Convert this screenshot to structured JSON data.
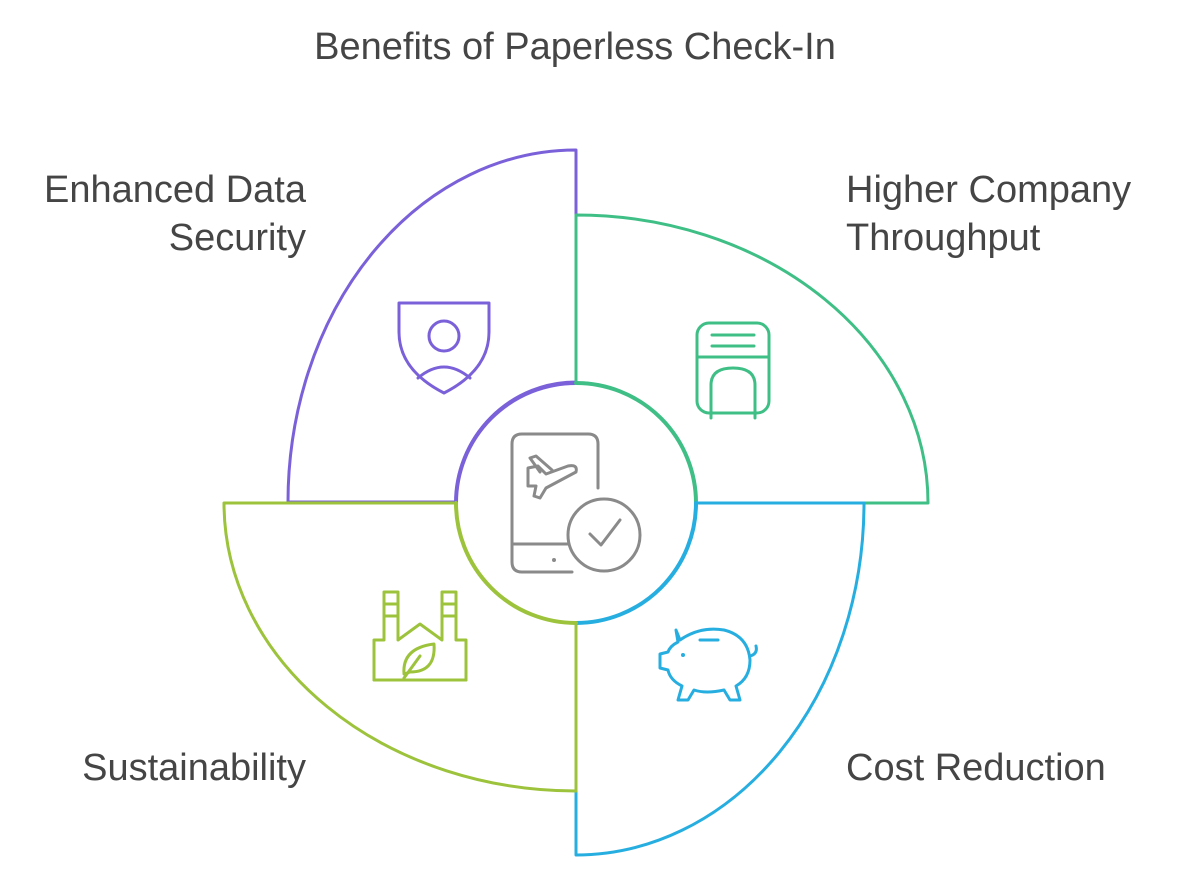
{
  "title": "Benefits of Paperless Check-In",
  "center": {
    "icon": "mobile-boarding-pass-check-icon"
  },
  "segments": [
    {
      "id": "top-left",
      "lines": [
        "Enhanced Data",
        "Security"
      ],
      "icon": "shield-user-icon",
      "color": "#7b61d9"
    },
    {
      "id": "top-right",
      "lines": [
        "Higher Company",
        "Throughput"
      ],
      "icon": "kiosk-icon",
      "color": "#3fbf86"
    },
    {
      "id": "bottom-right",
      "lines": [
        "Cost Reduction"
      ],
      "icon": "piggy-bank-icon",
      "color": "#27aee0"
    },
    {
      "id": "bottom-left",
      "lines": [
        "Sustainability"
      ],
      "icon": "eco-factory-icon",
      "color": "#9cc33b"
    }
  ],
  "colors": {
    "center_icon": "#8a8a8a",
    "text": "#454545"
  }
}
